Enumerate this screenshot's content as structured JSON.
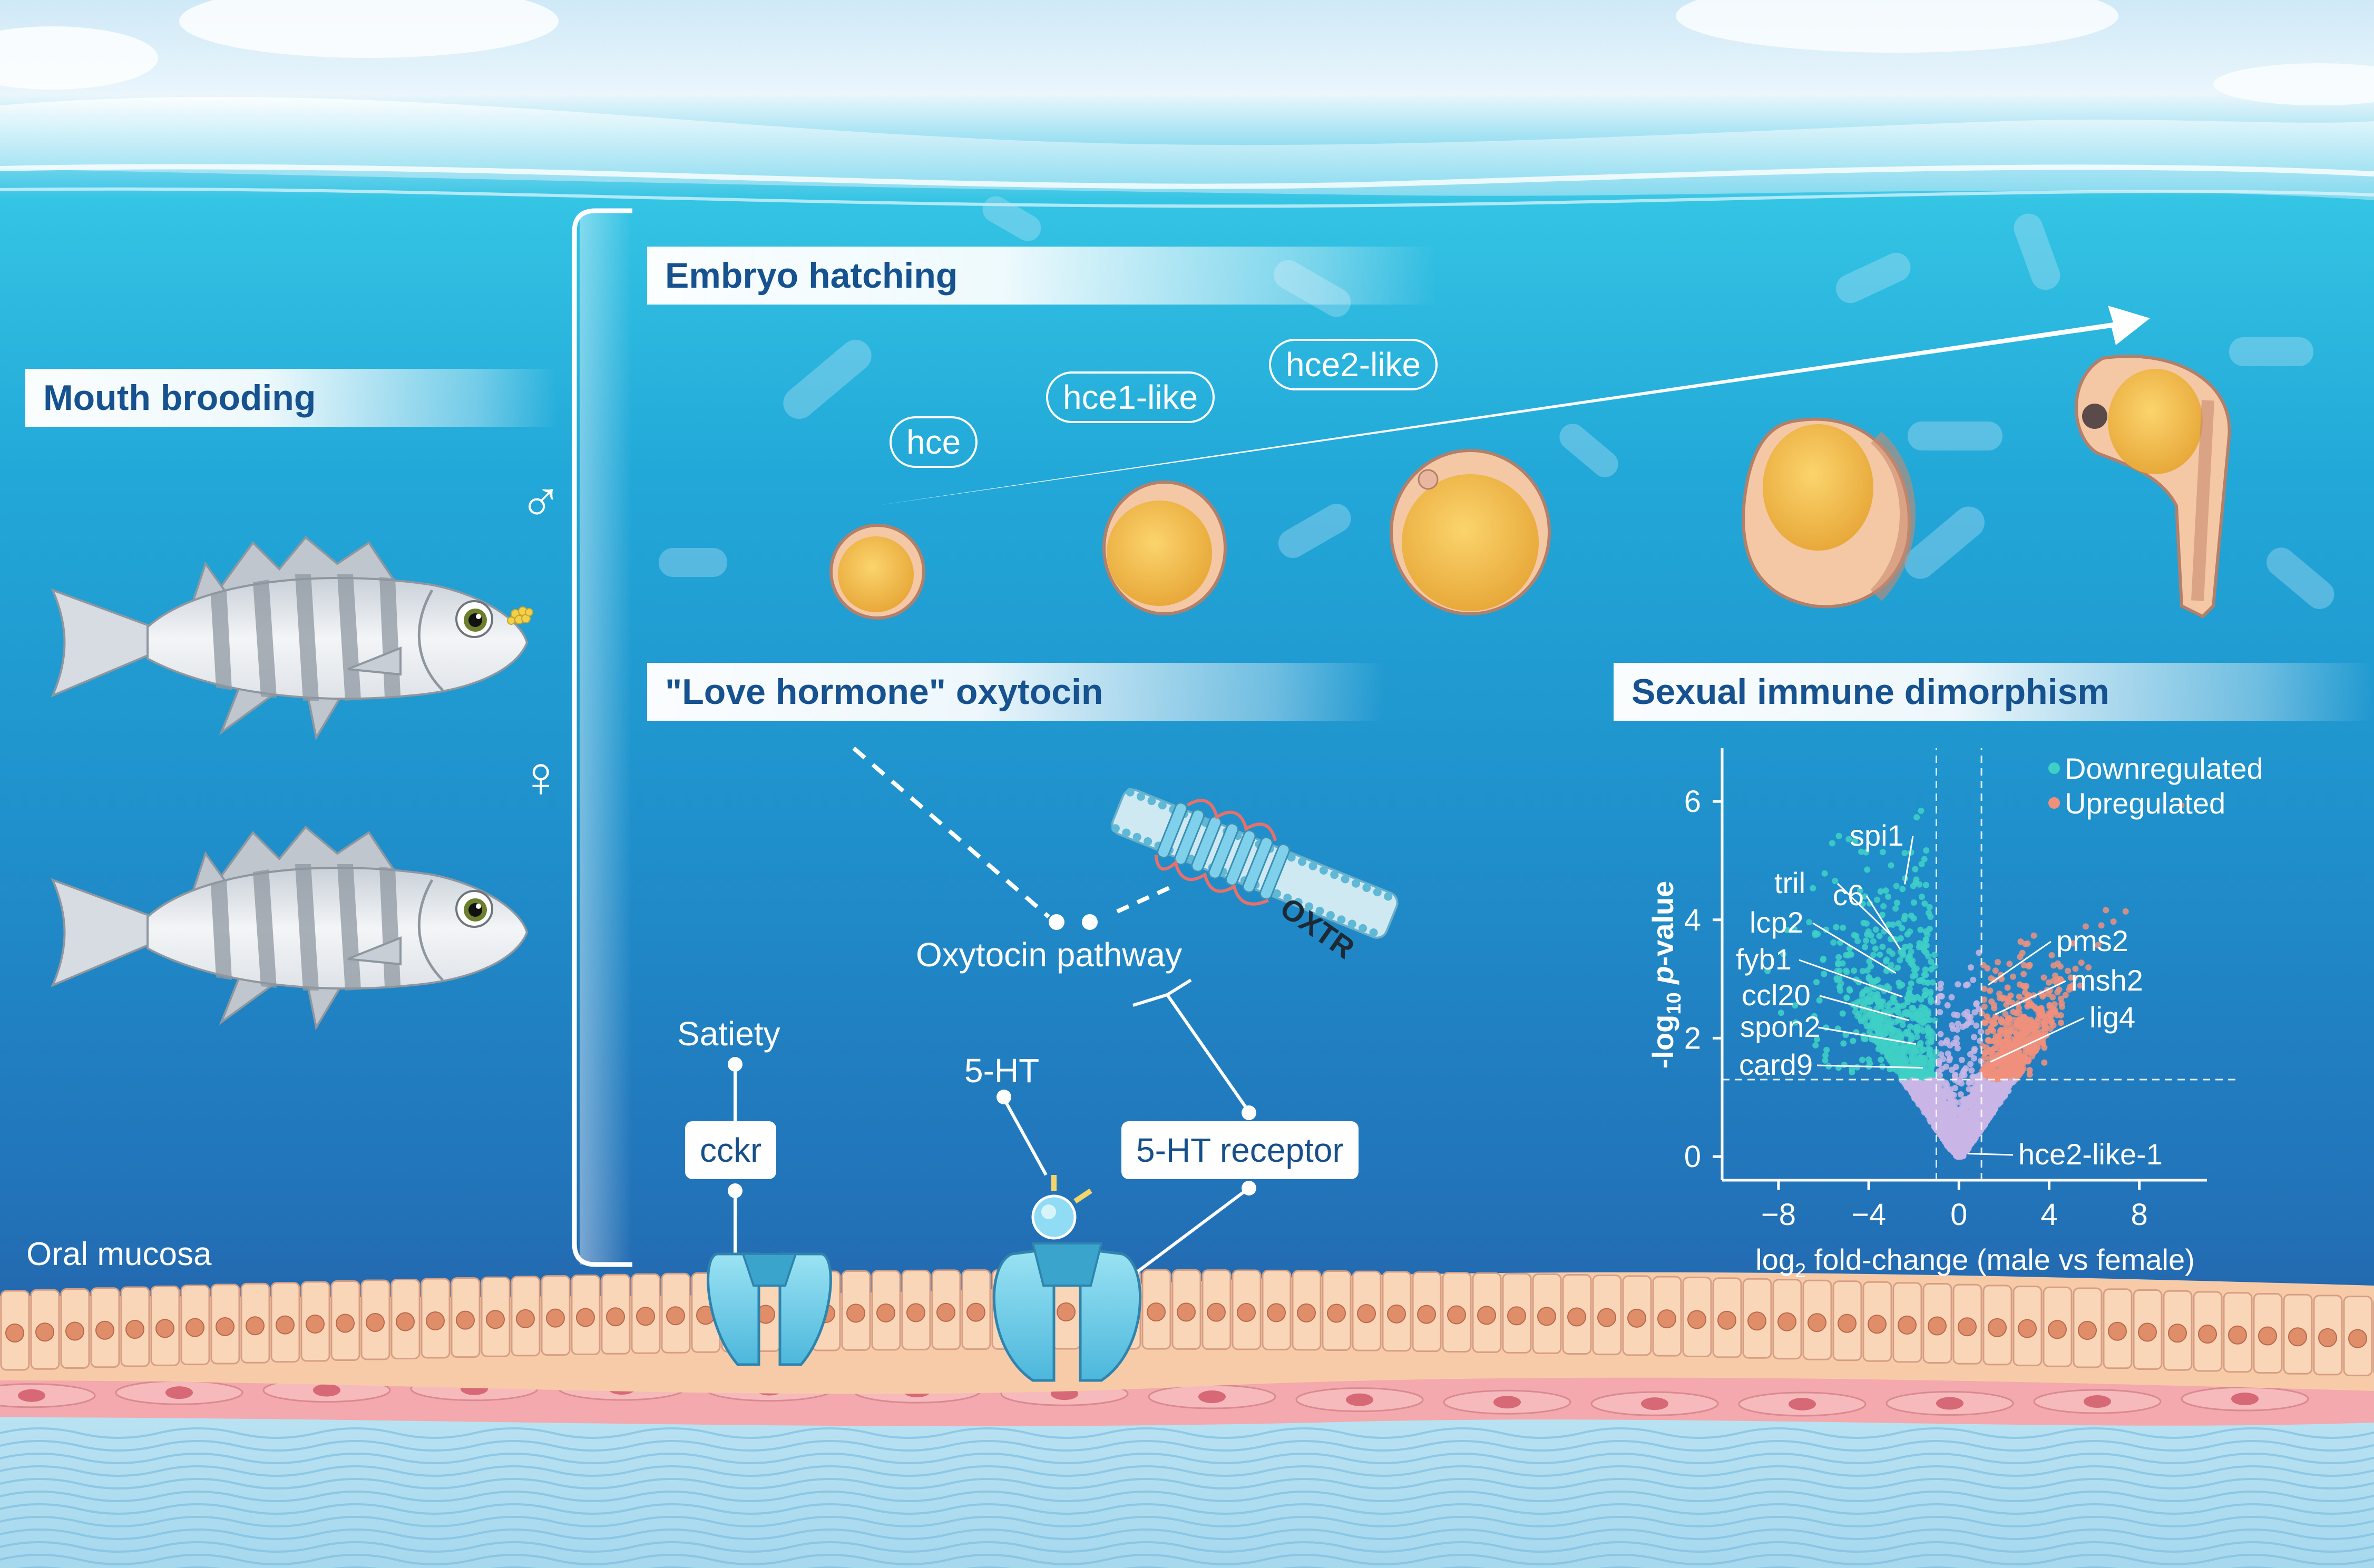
{
  "title_mouth_brooding": "Mouth brooding",
  "title_embryo_hatching": "Embryo hatching",
  "title_oxytocin": "\"Love hormone\" oxytocin",
  "title_dimorphism": "Sexual immune dimorphism",
  "male_symbol": "♂",
  "female_symbol": "♀",
  "oral_mucosa": "Oral mucosa",
  "hatching_genes": [
    "hce",
    "hce1-like",
    "hce2-like"
  ],
  "oxytocin_pathway": "Oxytocin pathway",
  "oxtr": "OXTR",
  "satiety": "Satiety",
  "cckr": "cckr",
  "serotonin": "5-HT",
  "serotonin_receptor": "5-HT receptor",
  "colors": {
    "downregulated": "#3ecfc6",
    "upregulated": "#f0907c",
    "nonsignificant": "#c9b6e6",
    "banner_text": "#16528f"
  },
  "chart_data": {
    "type": "scatter",
    "xlabel_main": "log",
    "xlabel_sub": "2",
    "xlabel_rest": " fold-change (male vs female)",
    "ylabel_pre": "-log",
    "ylabel_sub": "10",
    "ylabel_italic": "p",
    "ylabel_post": "-value",
    "xlim": [
      -10.5,
      11
    ],
    "ylim": [
      -0.4,
      6.9
    ],
    "x_ticks": [
      -8,
      -4,
      0,
      4,
      8
    ],
    "x_tick_labels": [
      "−8",
      "−4",
      "0",
      "4",
      "8"
    ],
    "y_ticks": [
      0,
      2,
      4,
      6
    ],
    "y_tick_labels": [
      "0",
      "2",
      "4",
      "6"
    ],
    "fc_thresholds": [
      -1,
      1
    ],
    "p_threshold": 1.3,
    "legend": [
      {
        "name": "Downregulated",
        "color": "#3ecfc6"
      },
      {
        "name": "Upregulated",
        "color": "#f0907c"
      }
    ],
    "legend_position": "top-right",
    "grid": false,
    "labeled_genes": [
      {
        "label": "spi1",
        "x": -2.4,
        "y": 4.6
      },
      {
        "label": "tril",
        "x": -2.9,
        "y": 3.7
      },
      {
        "label": "c6",
        "x": -2.6,
        "y": 3.5
      },
      {
        "label": "lcp2",
        "x": -2.8,
        "y": 3.1
      },
      {
        "label": "fyb1",
        "x": -2.5,
        "y": 2.7
      },
      {
        "label": "ccl20",
        "x": -2.2,
        "y": 2.3
      },
      {
        "label": "spon2",
        "x": -1.9,
        "y": 1.9
      },
      {
        "label": "card9",
        "x": -1.6,
        "y": 1.5
      },
      {
        "label": "pms2",
        "x": 1.3,
        "y": 2.9
      },
      {
        "label": "msh2",
        "x": 1.6,
        "y": 2.4
      },
      {
        "label": "lig4",
        "x": 1.4,
        "y": 1.6
      },
      {
        "label": "hce2-like-1",
        "x": 0.4,
        "y": 0.05
      }
    ]
  }
}
